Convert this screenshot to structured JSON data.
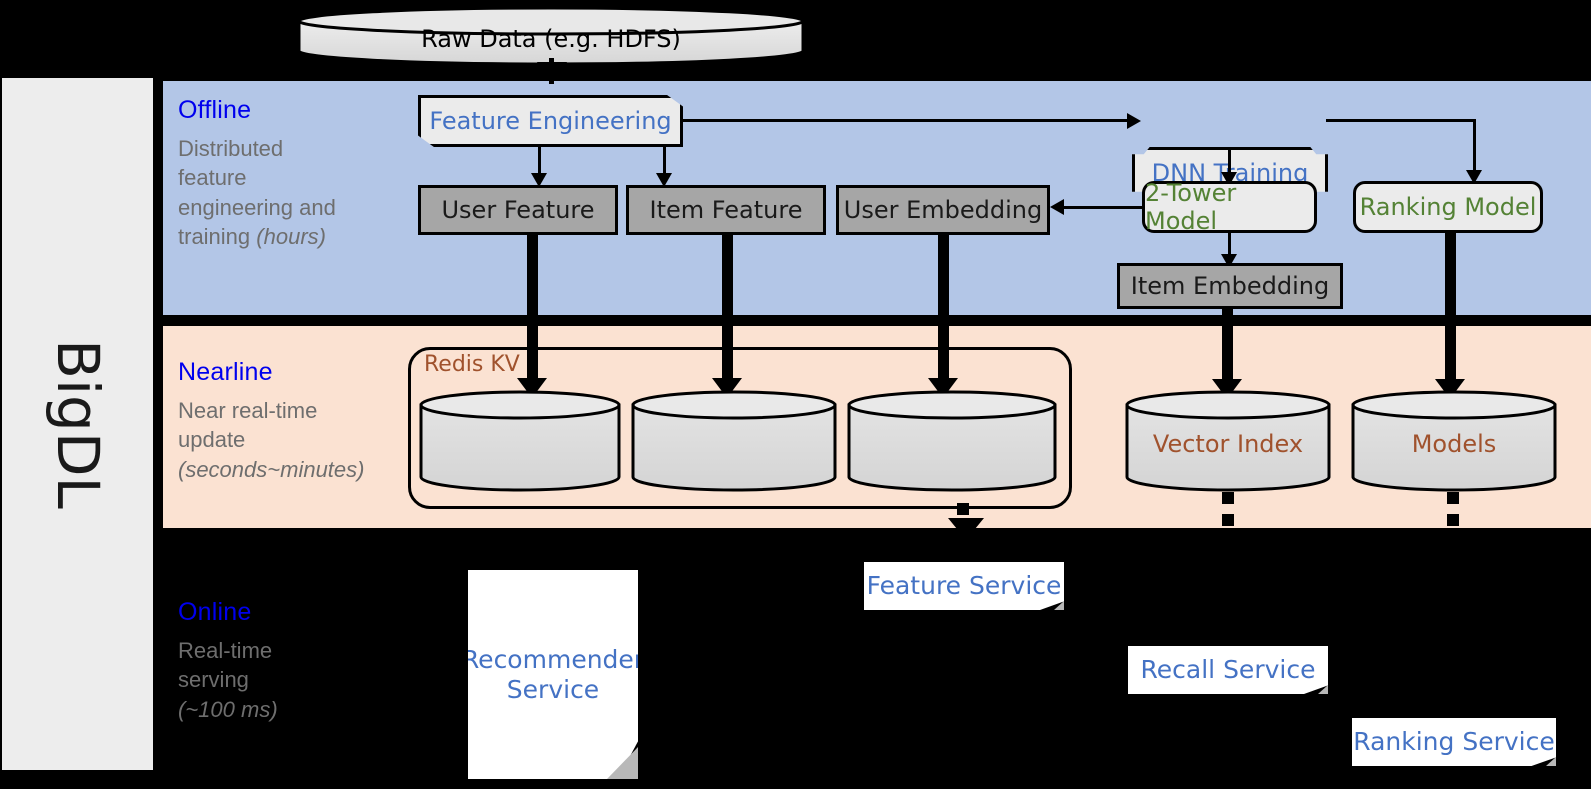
{
  "platform": {
    "name": "BigDL"
  },
  "source": {
    "label": "Raw Data (e.g. HDFS)"
  },
  "layers": [
    {
      "id": "offline",
      "title": "Offline",
      "subtitle_line1": "Distributed",
      "subtitle_line2": "feature",
      "subtitle_line3": "engineering and",
      "subtitle_line4": "training ",
      "subtitle_em": "(hours)",
      "bg_color": "#b3c6e7",
      "title_color": "#0000ee"
    },
    {
      "id": "nearline",
      "title": "Nearline",
      "subtitle_line1": "Near real-time",
      "subtitle_line2": "update",
      "subtitle_em": "(seconds~minutes)",
      "bg_color": "#fbe2d2",
      "title_color": "#0000ee"
    },
    {
      "id": "online",
      "title": "Online",
      "subtitle_line1": "Real-time",
      "subtitle_line2": "serving",
      "subtitle_em": "(~100 ms)",
      "bg_color": "#000000",
      "title_color": "#0000ee"
    }
  ],
  "offline_nodes": {
    "feature_engineering": {
      "label": "Feature Engineering",
      "text_color": "#4472c4",
      "shape": "cut-corner"
    },
    "dnn_training": {
      "label": "DNN Training",
      "text_color": "#4472c4",
      "shape": "notched-card"
    },
    "two_tower_model": {
      "label": "2-Tower Model",
      "text_color": "#548235",
      "shape": "rounded"
    },
    "ranking_model": {
      "label": "Ranking Model",
      "text_color": "#548235",
      "shape": "rounded"
    },
    "user_feature": {
      "label": "User Feature",
      "text_color": "#1a1a1a",
      "shape": "rect"
    },
    "item_feature": {
      "label": "Item Feature",
      "text_color": "#1a1a1a",
      "shape": "rect"
    },
    "user_embedding": {
      "label": "User Embedding",
      "text_color": "#1a1a1a",
      "shape": "rect"
    },
    "item_embedding": {
      "label": "Item Embedding",
      "text_color": "#1a1a1a",
      "shape": "rect"
    }
  },
  "nearline_nodes": {
    "redis_group": {
      "label": "Redis KV",
      "text_color": "#a0522d"
    },
    "store_1": {
      "label": ""
    },
    "store_2": {
      "label": ""
    },
    "store_3": {
      "label": ""
    },
    "vector_index": {
      "label": "Vector Index",
      "text_color": "#a0522d"
    },
    "models": {
      "label": "Models",
      "text_color": "#a0522d"
    }
  },
  "online_nodes": {
    "recommender_service": {
      "label_line1": "Recommender",
      "label_line2": "Service",
      "text_color": "#4472c4"
    },
    "feature_service": {
      "label": "Feature Service",
      "text_color": "#4472c4"
    },
    "recall_service": {
      "label": "Recall Service",
      "text_color": "#4472c4"
    },
    "ranking_service": {
      "label": "Ranking Service",
      "text_color": "#4472c4"
    }
  }
}
